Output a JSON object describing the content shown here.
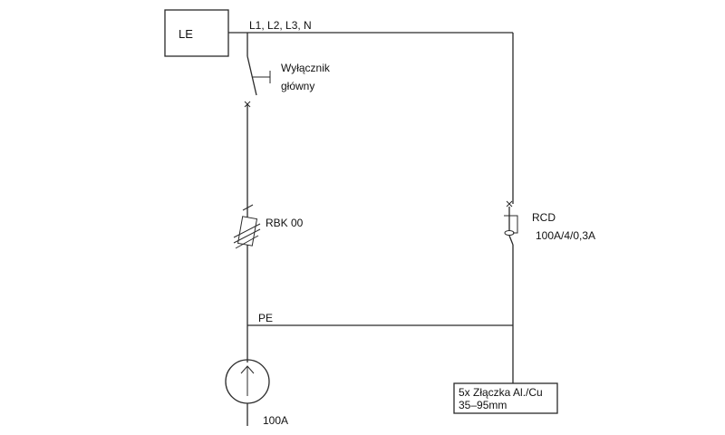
{
  "diagram": {
    "source_box": {
      "label": "LE"
    },
    "bus_label": "L1, L2, L3, N",
    "main_switch": {
      "line1": "Wyłącznik",
      "line2": "główny"
    },
    "fuse": {
      "label": "RBK 00"
    },
    "rcd": {
      "line1": "RCD",
      "line2": "100A/4/0,3A"
    },
    "pe_label": "PE",
    "connector_box": {
      "line1": "5x Złączka Al./Cu",
      "line2": "35–95mm"
    },
    "current_source": {
      "label": "100A"
    }
  }
}
